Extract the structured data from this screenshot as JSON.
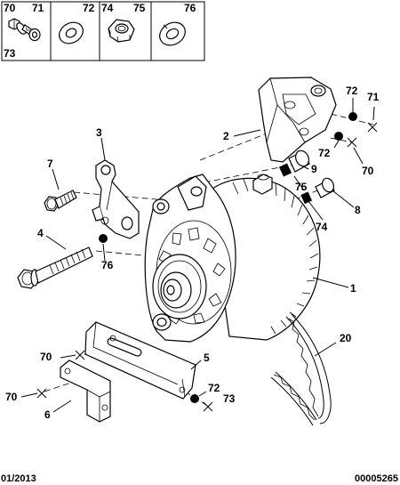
{
  "legend_box": {
    "cells": [
      {
        "refs": [
          "70",
          "71",
          "73"
        ],
        "icon": "bolt-with-washer-icon"
      },
      {
        "refs": [
          "72"
        ],
        "icon": "flat-washer-icon"
      },
      {
        "refs": [
          "74",
          "75"
        ],
        "icon": "hex-nut-icon"
      },
      {
        "refs": [
          "76"
        ],
        "icon": "spring-washer-icon"
      }
    ]
  },
  "callouts": {
    "c1": "1",
    "c2": "2",
    "c3": "3",
    "c4": "4",
    "c5": "5",
    "c6": "6",
    "c7": "7",
    "c8": "8",
    "c9": "9",
    "c20": "20",
    "c70_top": "70",
    "c71_top": "71",
    "c72_top": "72",
    "c72_mid": "72",
    "c70_mid": "70",
    "c75_mid": "75",
    "c74_mid": "74",
    "c76_mid": "76",
    "c70_left_upper": "70",
    "c70_left_lower": "70",
    "c72_bottom": "72",
    "c73_bottom": "73"
  },
  "legend_labels": {
    "l70": "70",
    "l71": "71",
    "l73": "73",
    "l72": "72",
    "l74": "74",
    "l75": "75",
    "l76": "76"
  },
  "footer": {
    "date": "01/2013",
    "code": "00005265"
  },
  "colors": {
    "ink": "#000000",
    "paper": "#ffffff"
  }
}
